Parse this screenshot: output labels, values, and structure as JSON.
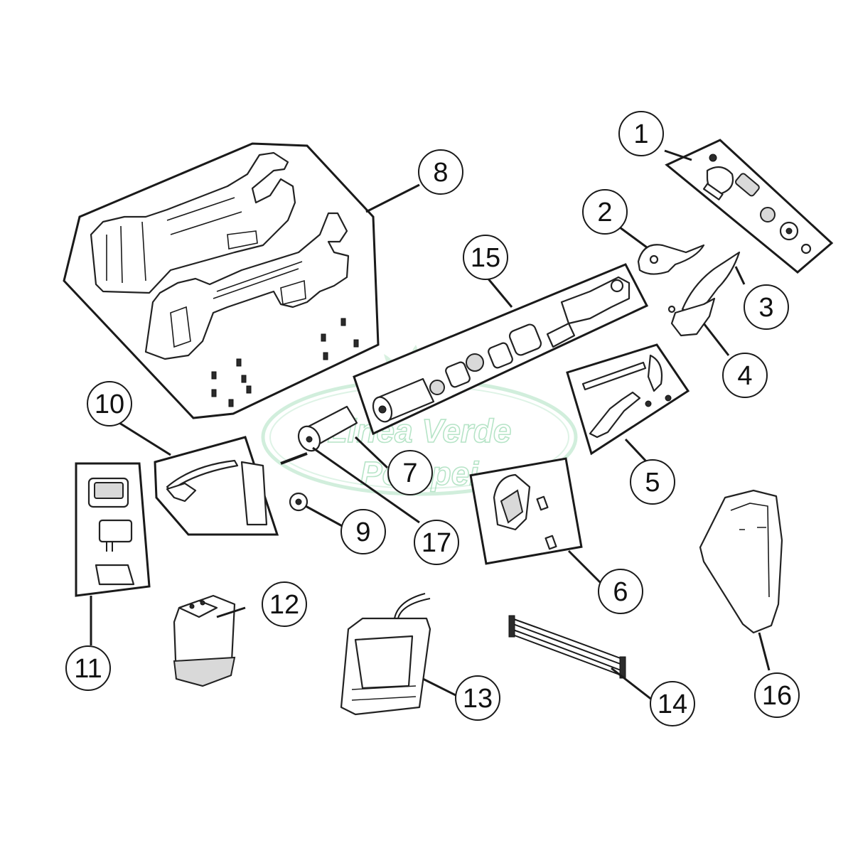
{
  "callouts": [
    "1",
    "2",
    "3",
    "4",
    "5",
    "6",
    "7",
    "8",
    "9",
    "10",
    "11",
    "12",
    "13",
    "14",
    "15",
    "16",
    "17"
  ],
  "watermark": {
    "line1": "Linea Verde",
    "line2": "Pompei",
    "color": "#7ccf9a"
  },
  "colors": {
    "line": "#1a1a1a",
    "background": "#ffffff"
  }
}
